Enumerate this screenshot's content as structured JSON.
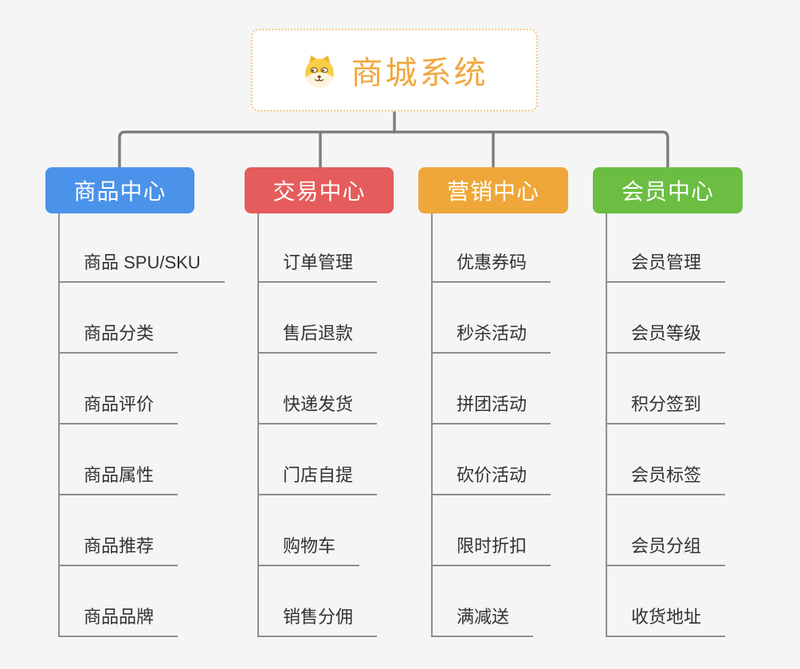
{
  "root": {
    "title": "商城系统",
    "icon": "doge-icon"
  },
  "branches": [
    {
      "label": "商品中心",
      "color": "#4b93ea",
      "items": [
        "商品 SPU/SKU",
        "商品分类",
        "商品评价",
        "商品属性",
        "商品推荐",
        "商品品牌"
      ]
    },
    {
      "label": "交易中心",
      "color": "#e45c5b",
      "items": [
        "订单管理",
        "售后退款",
        "快递发货",
        "门店自提",
        "购物车",
        "销售分佣"
      ]
    },
    {
      "label": "营销中心",
      "color": "#eea738",
      "items": [
        "优惠券码",
        "秒杀活动",
        "拼团活动",
        "砍价活动",
        "限时折扣",
        "满减送"
      ]
    },
    {
      "label": "会员中心",
      "color": "#6bbe42",
      "items": [
        "会员管理",
        "会员等级",
        "积分签到",
        "会员标签",
        "会员分组",
        "收货地址"
      ]
    }
  ],
  "colors": {
    "background": "#f5f5f5",
    "root_title": "#f1a73e",
    "root_border": "#f3c887",
    "connector": "#7e7e7e",
    "underline": "#8e8e8e",
    "item_text": "#323237"
  }
}
